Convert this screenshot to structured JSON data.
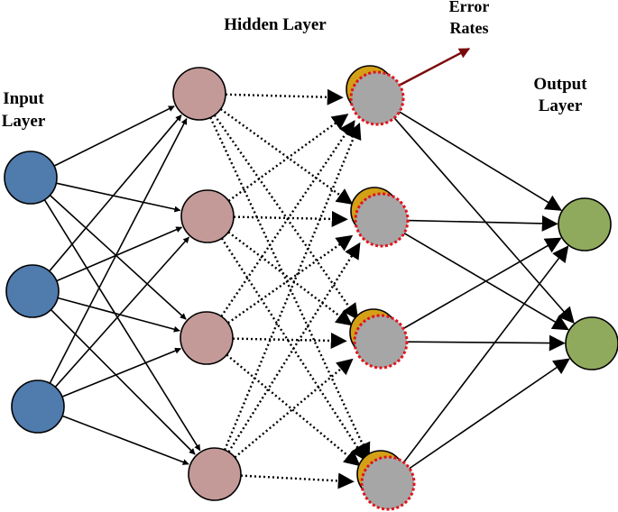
{
  "labels": {
    "input_line1": "Input",
    "input_line2": "Layer",
    "hidden": "Hidden Layer",
    "error_line1": "Error",
    "error_line2": "Rates",
    "output_line1": "Output",
    "output_line2": "Layer"
  },
  "colors": {
    "input_node": "#4f7bad",
    "hidden1_node": "#c49a98",
    "hidden2_back": "#d4a017",
    "hidden2_front": "#a6a6a6",
    "dropout_ring": "#e0141c",
    "output_node": "#8faa5c",
    "error_arrow": "#7a0b0b",
    "edge": "#000000"
  },
  "layers": {
    "input": [
      "i1",
      "i2",
      "i3"
    ],
    "hidden1": [
      "h1",
      "h2",
      "h3",
      "h4"
    ],
    "hidden2": [
      "g1",
      "g2",
      "g3",
      "g4"
    ],
    "output": [
      "o1",
      "o2"
    ]
  },
  "connections": [
    {
      "from": "input",
      "to": "hidden1",
      "style": "solid"
    },
    {
      "from": "hidden1",
      "to": "hidden2",
      "style": "dotted"
    },
    {
      "from": "hidden2",
      "to": "output",
      "style": "solid"
    }
  ],
  "error_arrow": {
    "from": "g1",
    "color_key": "error_arrow"
  }
}
